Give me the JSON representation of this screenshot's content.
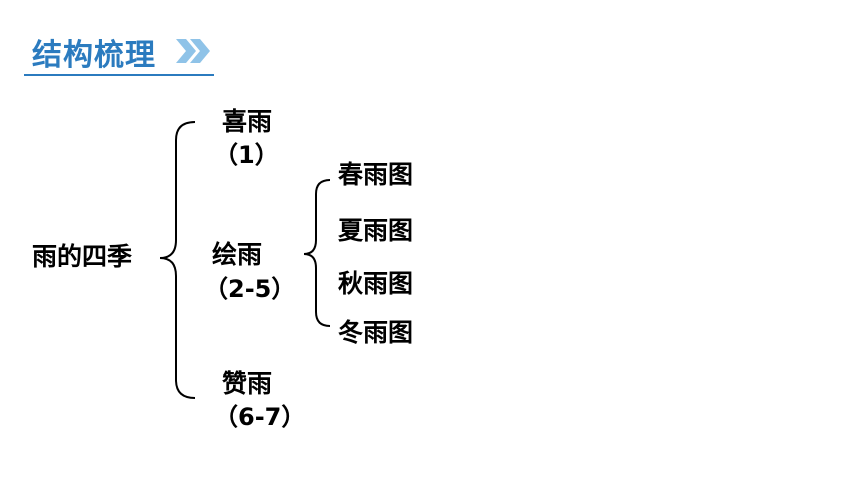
{
  "header": {
    "title": "结构梳理",
    "accent_color": "#2b7bbf",
    "icon": "double-chevron-right-icon"
  },
  "diagram": {
    "root": "雨的四季",
    "branches": [
      {
        "label": "喜雨",
        "range": "（1）"
      },
      {
        "label": "绘雨",
        "range": "（2-5）",
        "children": [
          "春雨图",
          "夏雨图",
          "秋雨图",
          "冬雨图"
        ]
      },
      {
        "label": "赞雨",
        "range": "（6-7）"
      }
    ]
  }
}
